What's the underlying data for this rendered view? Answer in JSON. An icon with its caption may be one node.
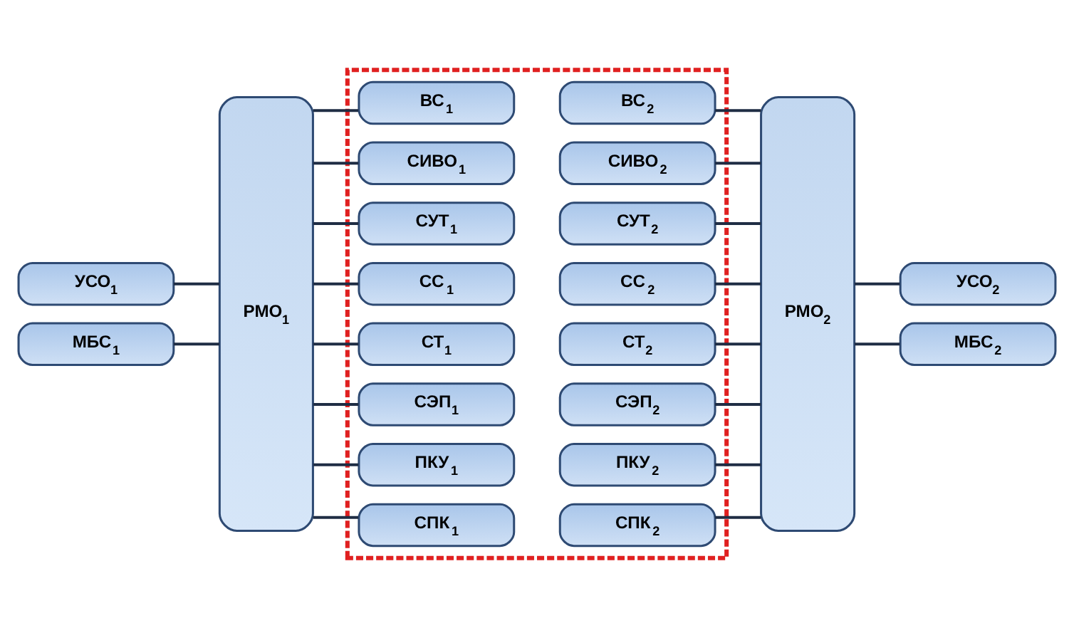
{
  "diagram": {
    "nodes": [
      {
        "text": [
          "УСО$_{1}$"
        ]
      },
      {
        "text": [
          "МБС$_{1}$"
        ]
      },
      {
        "text": [
          "РМО$_{1}$"
        ]
      },
      {
        "text": [],
        "shape": "box"
      },
      {
        "text": [
          "ВС$_{1}$"
        ],
        "in": 3
      },
      {
        "text": [
          "ВС$_{2}$"
        ],
        "in": 3
      },
      {
        "text": [
          "СИВО$_{1}$"
        ],
        "in": 3
      },
      {
        "text": [
          "СИВО$_{2}$"
        ],
        "in": 3
      },
      {
        "text": [
          "СУТ$_{1}$"
        ],
        "in": 3
      },
      {
        "text": [
          "СУТ$_{2}$"
        ],
        "in": 3
      },
      {
        "text": [
          "СС$_{1}$"
        ],
        "in": 3
      },
      {
        "text": [
          "СС$_{2}$"
        ],
        "in": 3
      },
      {
        "text": [
          "СТ$_{1}$"
        ],
        "in": 3
      },
      {
        "text": [
          "СТ$_{2}$"
        ],
        "in": 3
      },
      {
        "text": [
          "СЭП$_{1}$"
        ],
        "in": 3
      },
      {
        "text": [
          "СЭП$_{2}$"
        ],
        "in": 3
      },
      {
        "text": [
          "ПКУ$_{1}$"
        ],
        "in": 3
      },
      {
        "text": [
          "ПКУ$_{2}$"
        ],
        "in": 3
      },
      {
        "text": [
          "СПК$_{1}$"
        ],
        "in": 3
      },
      {
        "text": [
          "СПК$_{2}$"
        ],
        "in": 3
      },
      {
        "text": [
          "РМО$_{2}$"
        ]
      },
      {
        "text": [
          "УСО$_{2}$"
        ]
      },
      {
        "text": [
          "МБС$_{2}$"
        ]
      }
    ],
    "edges": [
      {
        "from": 0,
        "to": 2,
        "arrow": "none"
      },
      {
        "from": 1,
        "to": 2,
        "arrow": "none"
      },
      {
        "from": 2,
        "to": 4,
        "arrow": "none"
      },
      {
        "from": 2,
        "to": 6,
        "arrow": "none"
      },
      {
        "from": 2,
        "to": 8,
        "arrow": "none"
      },
      {
        "from": 2,
        "to": 10,
        "arrow": "none"
      },
      {
        "from": 2,
        "to": 12,
        "arrow": "none"
      },
      {
        "from": 2,
        "to": 14,
        "arrow": "none"
      },
      {
        "from": 2,
        "to": 16,
        "arrow": "none"
      },
      {
        "from": 2,
        "to": 18,
        "arrow": "none"
      },
      {
        "from": 5,
        "to": 20,
        "arrow": "none"
      },
      {
        "from": 7,
        "to": 20,
        "arrow": "none"
      },
      {
        "from": 9,
        "to": 20,
        "arrow": "none"
      },
      {
        "from": 11,
        "to": 20,
        "arrow": "none"
      },
      {
        "from": 13,
        "to": 20,
        "arrow": "none"
      },
      {
        "from": 15,
        "to": 20,
        "arrow": "none"
      },
      {
        "from": 17,
        "to": 20,
        "arrow": "none"
      },
      {
        "from": 19,
        "to": 20,
        "arrow": "none"
      },
      {
        "from": 20,
        "to": 21,
        "arrow": "none"
      },
      {
        "from": 20,
        "to": 22,
        "arrow": "none"
      }
    ]
  }
}
